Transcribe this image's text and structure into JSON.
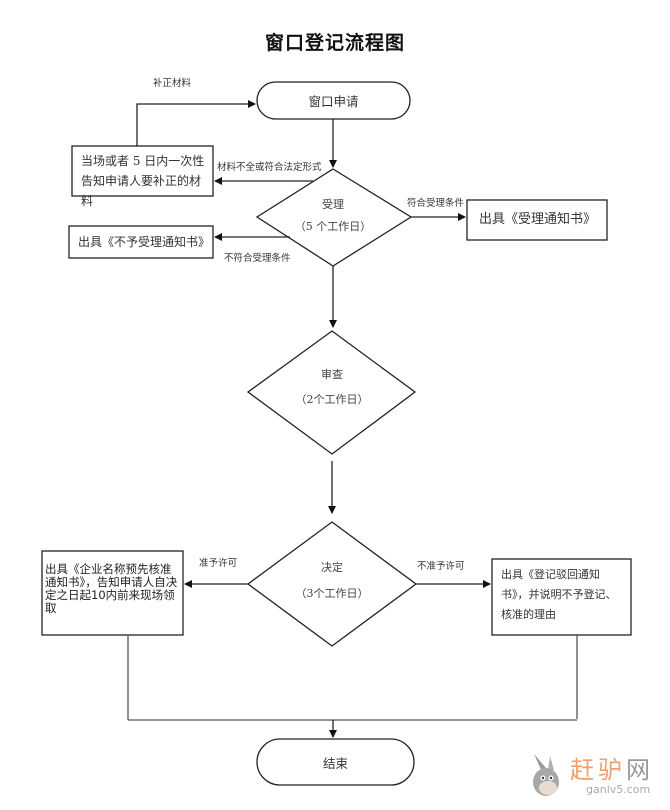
{
  "title": "窗口登记流程图",
  "nodes": {
    "start": "窗口申请",
    "supplement_box": "当场或者 5 日内一次性告知申请人要补正的材料",
    "reject_accept_box": "出具《不予受理通知书》",
    "accept_box": "出具《受理通知书》",
    "accept_decision": {
      "title": "受理",
      "days": "（5 个工作日）"
    },
    "review_decision": {
      "title": "审查",
      "days": "（2个工作日）"
    },
    "final_decision": {
      "title": "决定",
      "days": "（3个工作日）"
    },
    "approve_box": "出具《企业名称预先核准通知书》，告知申请人自决定之日起10内前来现场领取",
    "deny_box": "出具《登记驳回通知书》，并说明不予登记、核准的理由",
    "end": "结束"
  },
  "edge_labels": {
    "resubmit": "补正材料",
    "incomplete": "材料不全或符合法定形式",
    "meets_conditions": "符合受理条件",
    "not_meet_conditions": "不符合受理条件",
    "approve": "准予许可",
    "deny": "不准予许可"
  },
  "watermark": {
    "brand_chars": [
      "赶",
      "驴",
      "网"
    ],
    "brand_colors": [
      "#f0a070",
      "#f0a070",
      "#999999"
    ],
    "url": "ganlv5.com"
  }
}
